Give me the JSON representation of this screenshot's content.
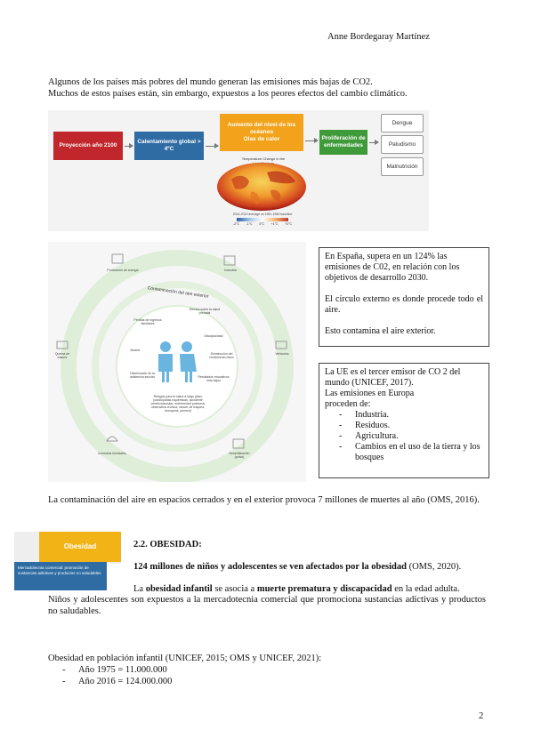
{
  "header": {
    "author": "Anne Bordegaray Martínez"
  },
  "intro": {
    "line1": "Algunos de los países más pobres del mundo generan las emisiones más bajas de CO2.",
    "line2": "Muchos de estos países están, sin embargo, expuestos a los peores efectos del cambio climático."
  },
  "flow_figure": {
    "box1": "Proyección año 2100",
    "box2": "Calentamiento global > 4ºC",
    "box3_line1": "Aumento del nivel de los océanos",
    "box3_line2": "Olas de calor",
    "box4": "Proliferación de enfermedades",
    "outcomes": [
      "Dengue",
      "Paludismo",
      "Malnutrición"
    ],
    "map_title": "Temperature Change in the Last 50 Years",
    "map_caption": "2014-2019 average vs 1951-1980 baseline",
    "scale_labels": [
      "-2°C",
      "-1°C",
      "0°C",
      "+1°C",
      "+2°C"
    ],
    "colors": {
      "red": "#c0262b",
      "blue": "#2f6ca3",
      "orange": "#f2a31b",
      "green": "#3f9a3a"
    }
  },
  "circle_figure": {
    "ring_title": "Contaminación del aire exterior",
    "outer_labels": [
      "Producción de energía",
      "Industria",
      "Vehículos",
      "Desertificación (polvo)",
      "Incendios forestales",
      "Quema de basura"
    ],
    "inner_labels": [
      "Efectos sobre la salud prenatal",
      "Pérdida de ingresos familiares",
      "Discapacidad",
      "Muerte",
      "Disminución del rendimiento físico",
      "Disminución de la asistencia escolar",
      "Resultados educativos más bajos",
      "Riesgos para la salud a largo plazo (cardiopatías isquémicas, accidente cerebrovascular, enfermedad pulmonar obstructiva crónica, cáncer de tráquea, bronquios, pulmón)"
    ]
  },
  "box_spain": {
    "p1": "En España, supera en un 124% las emisiones de C02, en relación con los objetivos de desarrollo 2030.",
    "p2": "El círculo externo es donde procede todo el aire.",
    "p3": "Esto contamina el aire exterior."
  },
  "box_ue": {
    "p1": "La UE es el tercer emisor de CO 2 del mundo (UNICEF, 2017).",
    "p2": "Las emisiones en Europa proceden de:",
    "items": [
      "Industria.",
      "Residuos.",
      "Agricultura.",
      "Cambios en el uso de la tierra y los bosques"
    ]
  },
  "air_text": "La contaminación del aire en espacios cerrados y en el exterior provoca 7 millones de muertes al año (OMS, 2016).",
  "obesity_figure": {
    "title": "Obesidad",
    "blue_text": "Mercadotecnia comercial: promoción de sustancias adictivas y productos no saludables"
  },
  "section": {
    "heading": "2.2. OBESIDAD:",
    "line1_bold": "124 millones de niños y adolescentes se ven afectados por la obesidad",
    "line1_rest": " (OMS, 2020).",
    "line2_a": "La ",
    "line2_b": "obesidad infantil",
    "line2_c": " se asocia a ",
    "line2_d": "muerte prematura y discapacidad",
    "line2_e": " en la edad adulta."
  },
  "para2": "Niños y adolescentes son expuestos a la mercadotecnia comercial que promociona sustancias adictivas y productos no saludables.",
  "obesity_list": {
    "title": "Obesidad en población infantil (UNICEF, 2015; OMS y UNICEF, 2021):",
    "items": [
      "Año 1975 = 11.000.000",
      "Año 2016 = 124.000.000"
    ]
  },
  "page_number": "2"
}
